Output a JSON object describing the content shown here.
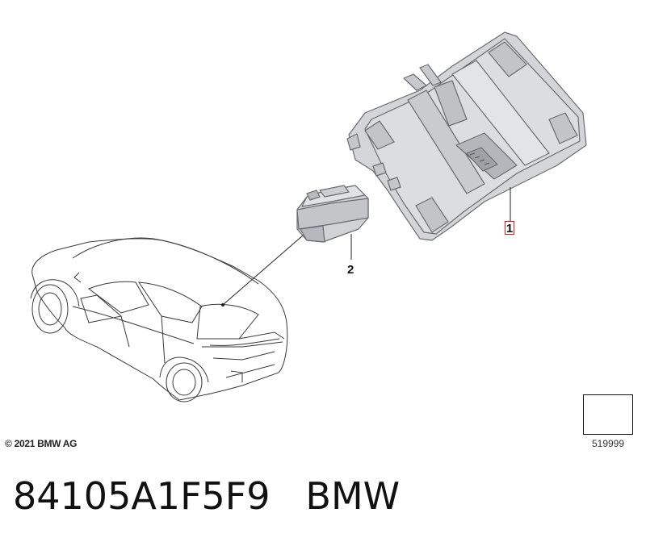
{
  "diagram": {
    "callouts": [
      {
        "id": "1",
        "label": "1",
        "part": "control-unit",
        "highlighted": true,
        "highlight_color": "#e01818"
      },
      {
        "id": "2",
        "label": "2",
        "part": "small-module",
        "highlighted": false
      }
    ],
    "copyright": "© 2021 BMW AG",
    "reference_number": "519999",
    "reference_icon": "folded-arrow-icon"
  },
  "caption": {
    "part_number": "84105A1F5F9",
    "brand": "BMW"
  },
  "colors": {
    "part_fill": "#d4d5d9",
    "part_shade": "#b9bbc0",
    "part_light": "#e4e5e8",
    "outline": "#555555",
    "highlight": "#e01818"
  }
}
